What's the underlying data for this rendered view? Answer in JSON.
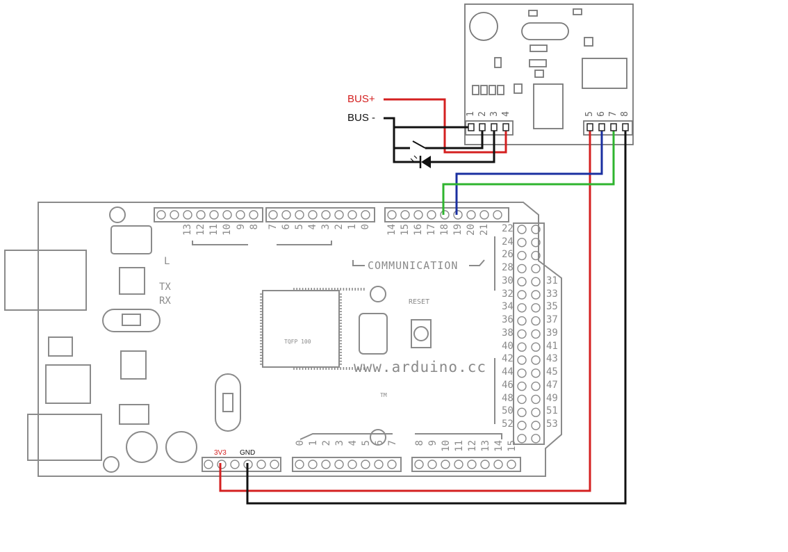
{
  "bus": {
    "plus_label": "BUS+",
    "minus_label": "BUS -"
  },
  "module": {
    "pin_numbers": [
      "1",
      "2",
      "3",
      "4",
      "5",
      "6",
      "7",
      "8"
    ]
  },
  "arduino": {
    "top_header_left": [
      "13",
      "12",
      "11",
      "10",
      "9",
      "8"
    ],
    "top_header_mid": [
      "7",
      "6",
      "5",
      "4",
      "3",
      "2",
      "1",
      "0"
    ],
    "top_header_right": [
      "14",
      "15",
      "16",
      "17",
      "18",
      "19",
      "20",
      "21"
    ],
    "right_header_inner": [
      "22",
      "24",
      "26",
      "28",
      "30",
      "32",
      "34",
      "36",
      "38",
      "40",
      "42",
      "44",
      "46",
      "48",
      "50",
      "52"
    ],
    "right_header_outer": [
      "31",
      "33",
      "35",
      "37",
      "39",
      "41",
      "43",
      "45",
      "47",
      "49",
      "51",
      "53"
    ],
    "bottom_header_analog_left": [
      "0",
      "1",
      "2",
      "3",
      "4",
      "5",
      "6",
      "7"
    ],
    "bottom_header_analog_right": [
      "8",
      "9",
      "10",
      "11",
      "12",
      "13",
      "14",
      "15"
    ],
    "power_3v3": "3V3",
    "power_gnd": "GND",
    "communication": "COMMUNICATION",
    "website": "www.arduino.cc",
    "reset": "RESET",
    "chip": "TQFP 100",
    "tm": "TM",
    "led_l": "L",
    "led_tx": "TX",
    "led_rx": "RX"
  },
  "colors": {
    "red": "#d42020",
    "black": "#111111",
    "blue": "#1a2fa0",
    "green": "#2fb42f",
    "silk": "#8a8a8a"
  }
}
